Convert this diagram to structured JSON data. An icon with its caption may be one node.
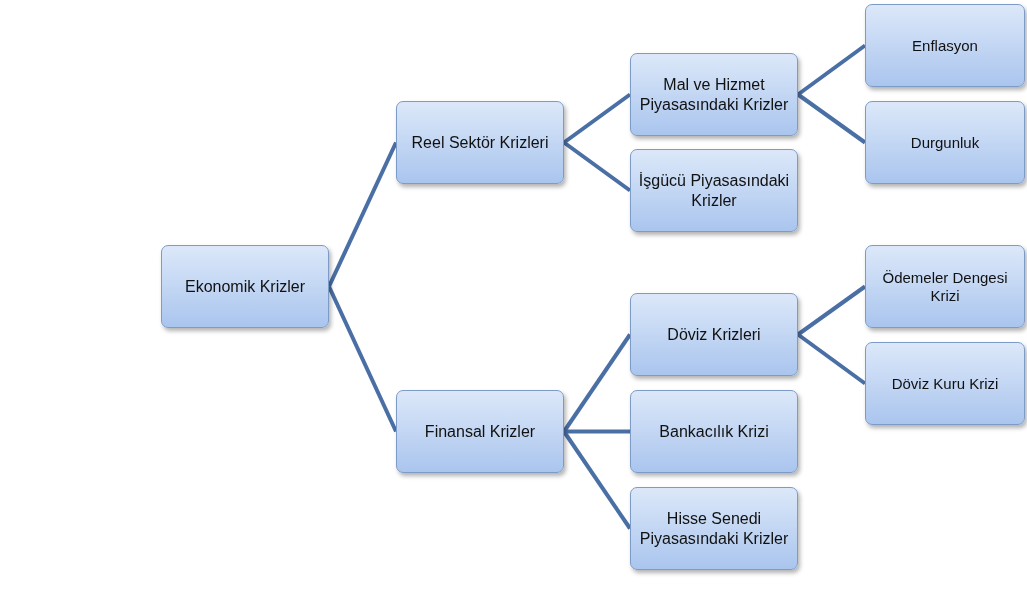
{
  "diagram": {
    "nodes": [
      {
        "text": [
          "Ekonomik Krizler"
        ]
      },
      {
        "text": [
          "Reel Sektör Krizleri"
        ]
      },
      {
        "text": [
          "Finansal Krizler"
        ]
      },
      {
        "text": [
          "Mal ve Hizmet Piyasasındaki Krizler"
        ]
      },
      {
        "text": [
          "İşgücü Piyasasındaki Krizler"
        ]
      },
      {
        "text": [
          "Enflasyon"
        ]
      },
      {
        "text": [
          "Durgunluk"
        ]
      },
      {
        "text": [
          "Döviz Krizleri"
        ]
      },
      {
        "text": [
          "Bankacılık Krizi"
        ]
      },
      {
        "text": [
          "Hisse Senedi Piyasasındaki Krizler"
        ]
      },
      {
        "text": [
          "Ödemeler Dengesi Krizi"
        ]
      },
      {
        "text": [
          "Döviz Kuru Krizi"
        ]
      }
    ],
    "edges": [
      {
        "from": 0,
        "to": 1,
        "arrow": "none"
      },
      {
        "from": 0,
        "to": 2,
        "arrow": "none"
      },
      {
        "from": 1,
        "to": 3,
        "arrow": "none"
      },
      {
        "from": 1,
        "to": 4,
        "arrow": "none"
      },
      {
        "from": 3,
        "to": 5,
        "arrow": "none"
      },
      {
        "from": 3,
        "to": 6,
        "arrow": "none"
      },
      {
        "from": 2,
        "to": 7,
        "arrow": "none"
      },
      {
        "from": 2,
        "to": 8,
        "arrow": "none"
      },
      {
        "from": 2,
        "to": 9,
        "arrow": "none"
      },
      {
        "from": 7,
        "to": 10,
        "arrow": "none"
      },
      {
        "from": 7,
        "to": 11,
        "arrow": "none"
      }
    ]
  }
}
